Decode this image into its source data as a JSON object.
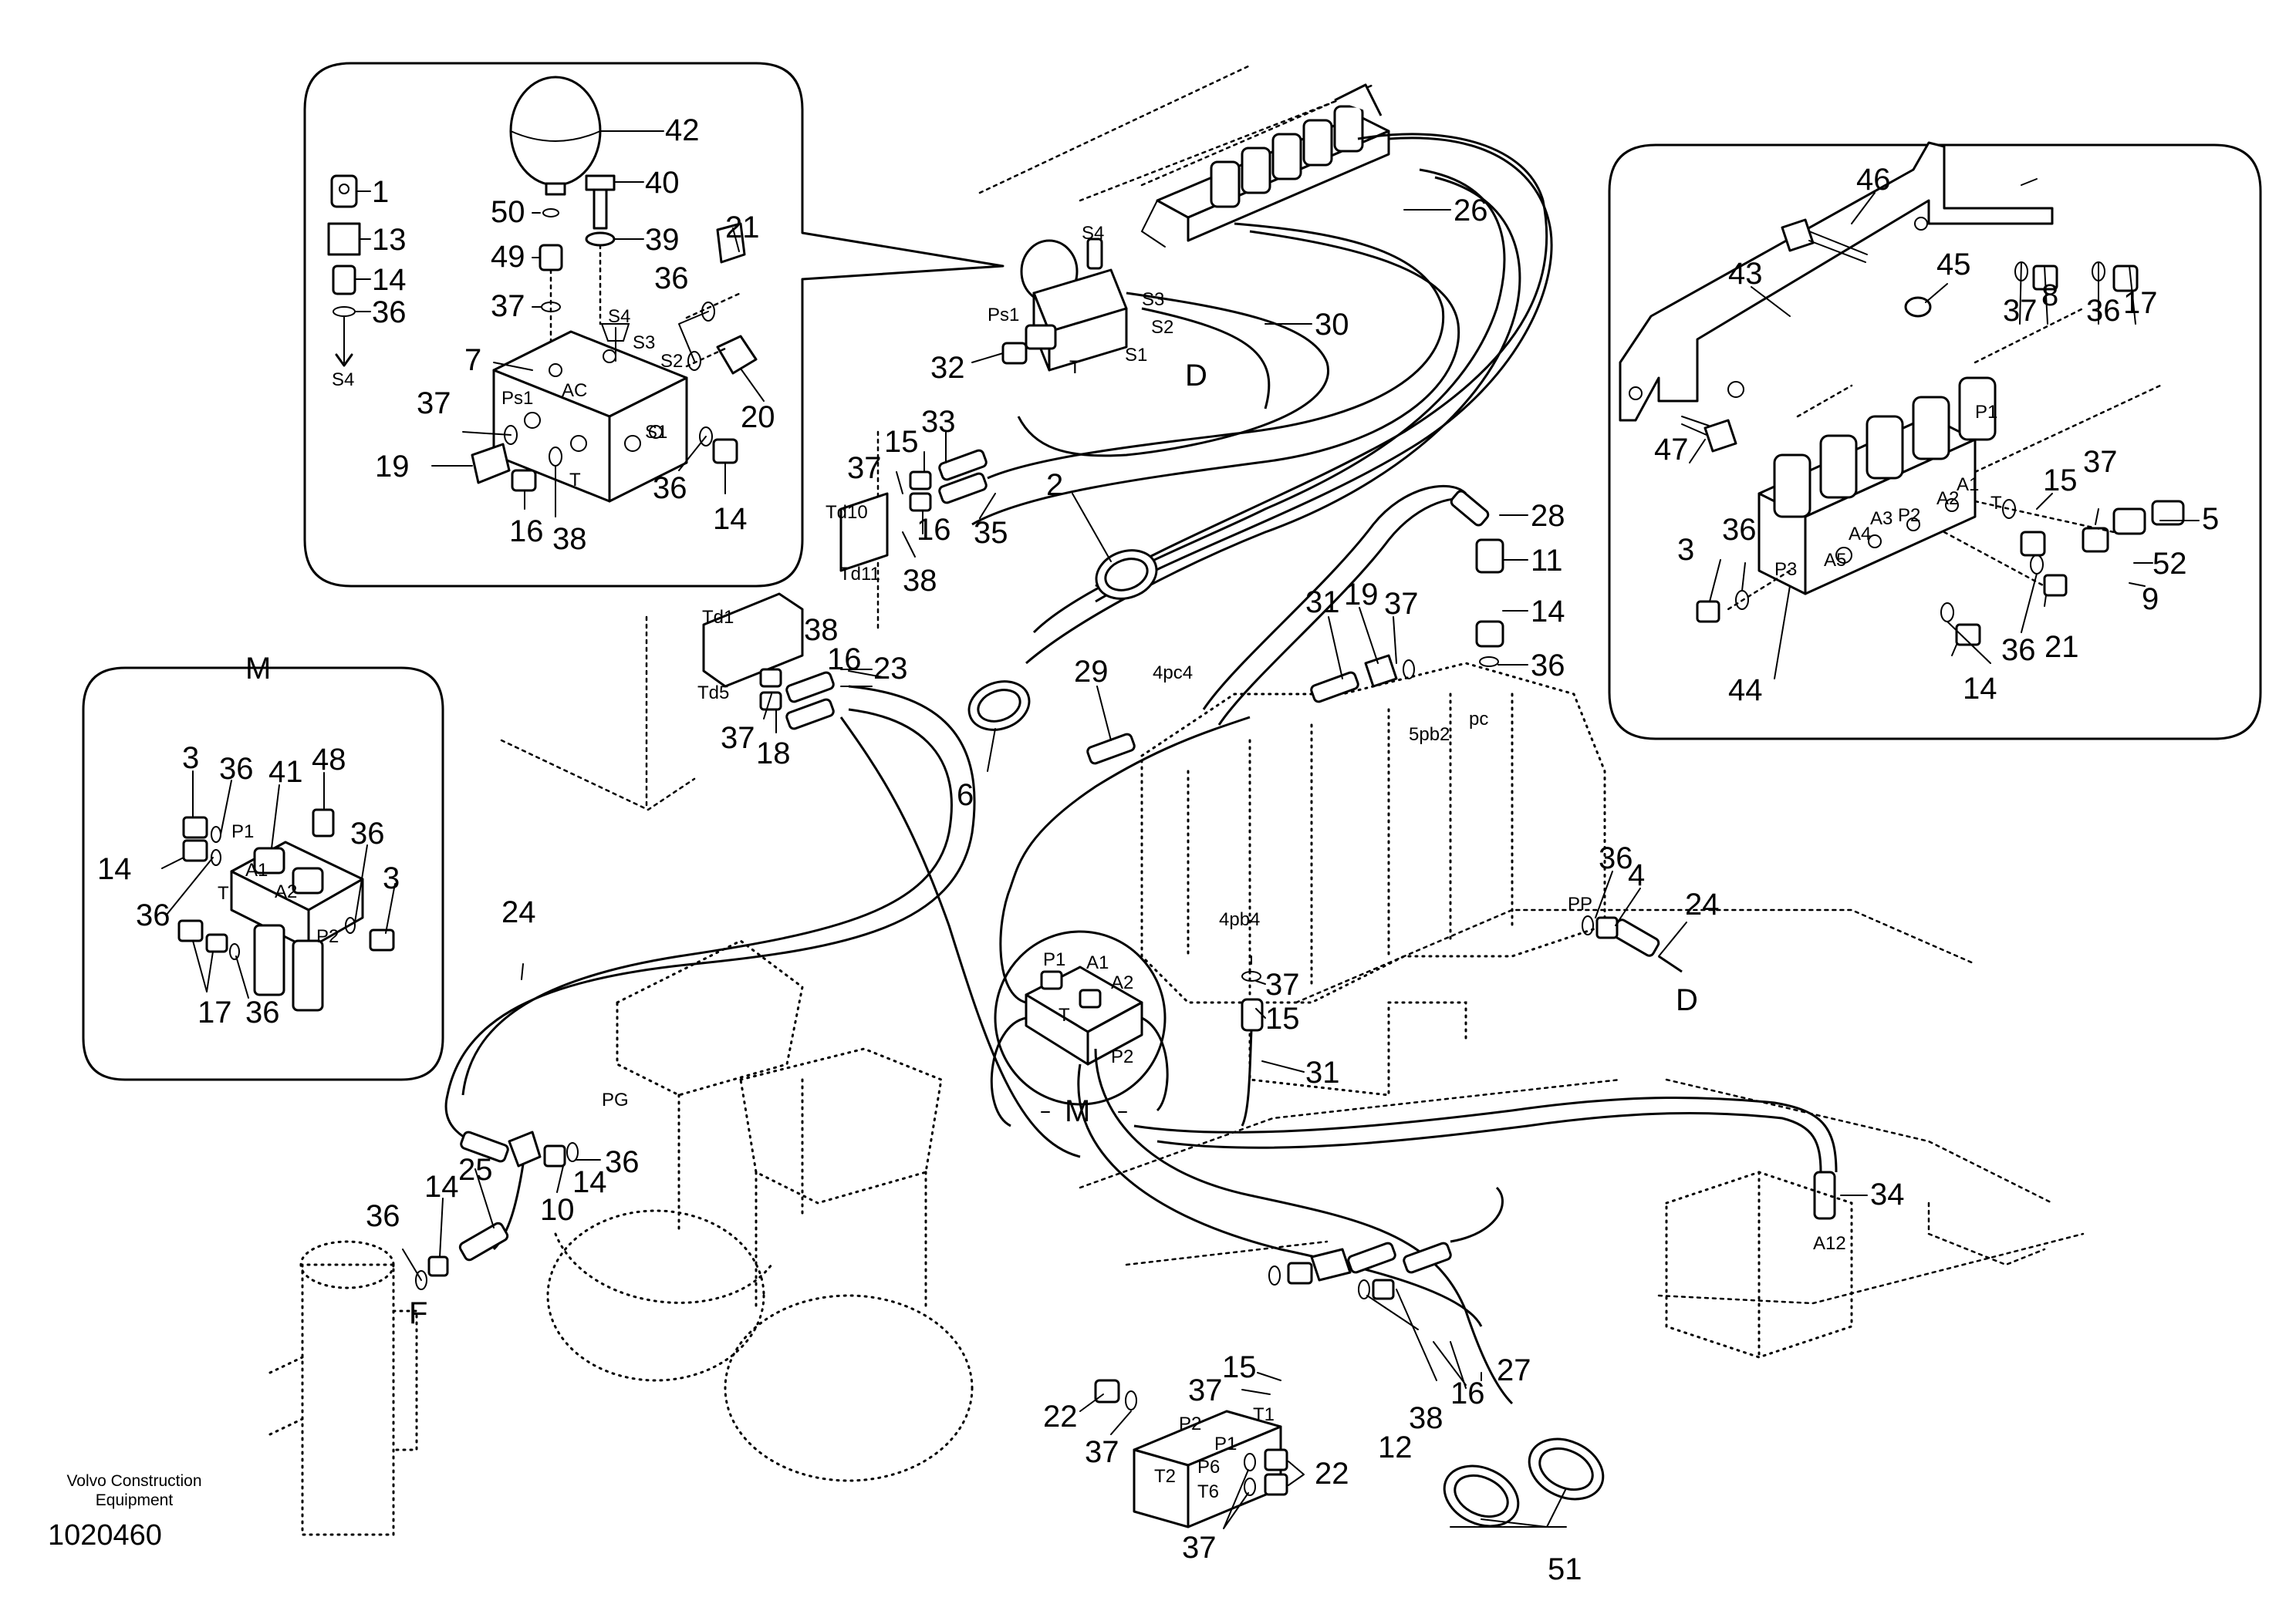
{
  "branding": {
    "company": "Volvo Construction Equipment",
    "drawing_number": "1020460"
  },
  "detail_view_label": "M",
  "callouts": {
    "top_left_inset": [
      "42",
      "1",
      "50",
      "40",
      "13",
      "39",
      "49",
      "14",
      "36",
      "21",
      "37",
      "36",
      "S4",
      "7",
      "20",
      "37",
      "19",
      "36",
      "14",
      "16",
      "38"
    ],
    "main_upper": [
      "26",
      "30",
      "32",
      "33",
      "15",
      "37",
      "2",
      "35",
      "16",
      "38",
      "28",
      "11",
      "31",
      "19",
      "37",
      "14",
      "36",
      "29",
      "23",
      "38",
      "16",
      "37",
      "18",
      "6",
      "24",
      "36",
      "4",
      "37",
      "15",
      "31",
      "M",
      "24",
      "25",
      "14",
      "36",
      "10",
      "14",
      "36",
      "34",
      "15",
      "37",
      "22",
      "37",
      "12",
      "38",
      "16",
      "27",
      "22",
      "37",
      "51"
    ],
    "detail_m_inset": [
      "M",
      "3",
      "36",
      "41",
      "48",
      "14",
      "36",
      "3",
      "36",
      "17",
      "36"
    ],
    "right_inset": [
      "46",
      "43",
      "45",
      "37",
      "8",
      "36",
      "17",
      "15",
      "37",
      "5",
      "52",
      "9",
      "3",
      "36",
      "21",
      "36",
      "14",
      "44",
      "47"
    ]
  },
  "port_labels": [
    "S4",
    "S3",
    "S2",
    "S1",
    "AC",
    "Ps1",
    "T",
    "Ps1",
    "S4",
    "S1",
    "S2",
    "S3",
    "T",
    "D",
    "Td10",
    "Td11",
    "Td1",
    "Td5",
    "4pc4",
    "5pb2",
    "pc",
    "PP",
    "4pb4",
    "D",
    "P1",
    "A1",
    "A2",
    "T",
    "P2",
    "PG",
    "F",
    "A12",
    "P2",
    "P1",
    "T1",
    "T2",
    "P6",
    "T6",
    "P1",
    "A1",
    "A2",
    "T",
    "P2",
    "P1",
    "A1",
    "A2",
    "A3",
    "A4",
    "A5",
    "P3",
    "P2",
    "T"
  ]
}
